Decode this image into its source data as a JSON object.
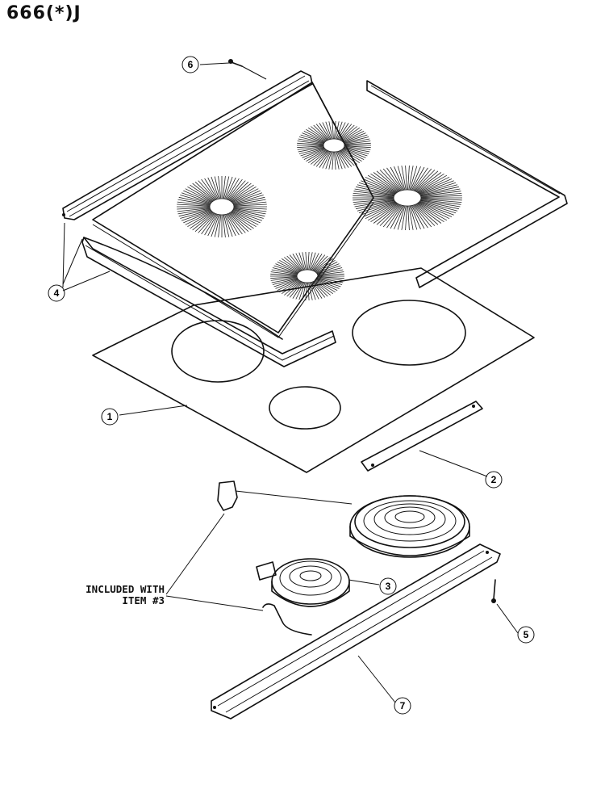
{
  "page_title": "666(*)J",
  "note": {
    "line1": "INCLUDED WITH",
    "line2": "ITEM #3"
  },
  "callouts": {
    "c1": "1",
    "c2": "2",
    "c3": "3",
    "c4": "4",
    "c5": "5",
    "c6": "6",
    "c7": "7"
  }
}
